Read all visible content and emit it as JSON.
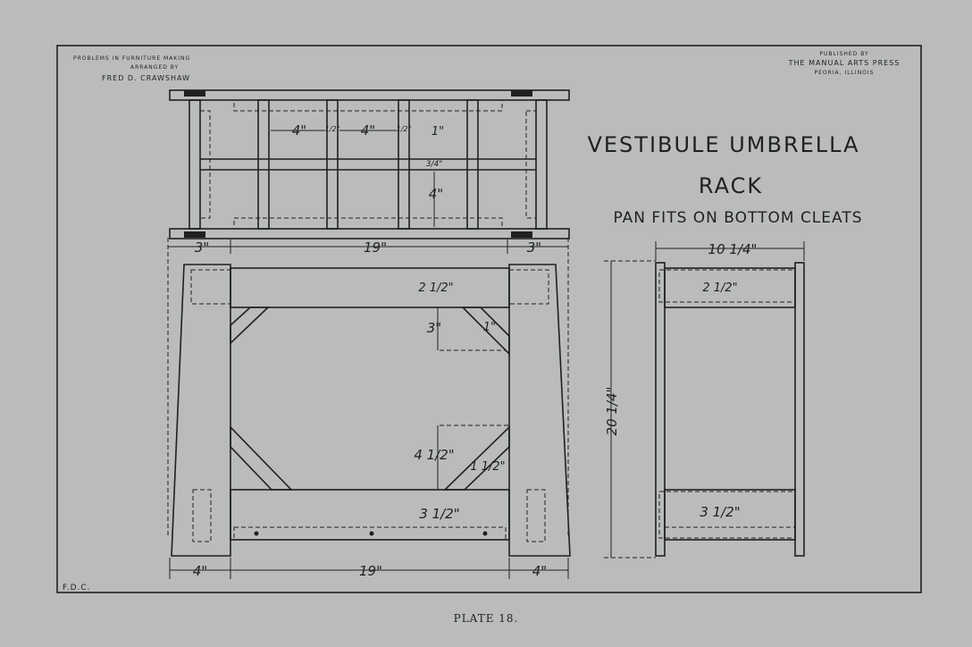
{
  "header_left": {
    "line1": "PROBLEMS IN FURNITURE MAKING",
    "line2": "ARRANGED BY",
    "line3": "FRED D. CRAWSHAW"
  },
  "header_right": {
    "line1": "PUBLISHED BY",
    "line2": "THE MANUAL ARTS PRESS",
    "line3": "PEORIA, ILLINOIS"
  },
  "title": {
    "line1": "VESTIBULE UMBRELLA",
    "line2": "RACK",
    "subtitle": "PAN FITS ON BOTTOM CLEATS"
  },
  "dimensions": {
    "plan_4a": "4\"",
    "plan_4b": "4\"",
    "plan_half_a": "1/2\"",
    "plan_half_b": "1/2\"",
    "plan_1": "1\"",
    "plan_3_4": "3/4\"",
    "plan_4v": "4\"",
    "top_3_left": "3\"",
    "top_19": "19\"",
    "top_3_right": "3\"",
    "front_2_1_2": "2 1/2\"",
    "front_3": "3\"",
    "front_1": "1\"",
    "front_4_1_2": "4 1/2\"",
    "front_1_1_2": "1 1/2\"",
    "front_3_1_2": "3 1/2\"",
    "bottom_4_left": "4\"",
    "bottom_19": "19\"",
    "bottom_4_right": "4\"",
    "side_10_1_4": "10 1/4\"",
    "side_20_1_4": "20 1/4\"",
    "side_2_1_2": "2 1/2\"",
    "side_3_1_2": "3 1/2\""
  },
  "initials": "F.D.C.",
  "caption": "PLATE 18."
}
